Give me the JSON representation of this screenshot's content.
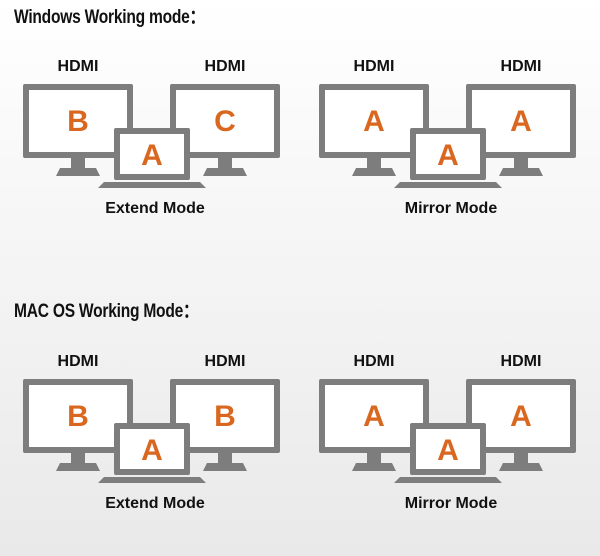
{
  "colors": {
    "device": "#7d7d7d",
    "letter": "#d9671f",
    "text": "#111111"
  },
  "sections": [
    {
      "title": "Windows Working mode：",
      "diagrams": [
        {
          "port_left": "HDMI",
          "port_right": "HDMI",
          "left": "B",
          "right": "C",
          "laptop": "A",
          "caption": "Extend Mode"
        },
        {
          "port_left": "HDMI",
          "port_right": "HDMI",
          "left": "A",
          "right": "A",
          "laptop": "A",
          "caption": "Mirror Mode"
        }
      ]
    },
    {
      "title": "MAC OS Working Mode：",
      "diagrams": [
        {
          "port_left": "HDMI",
          "port_right": "HDMI",
          "left": "B",
          "right": "B",
          "laptop": "A",
          "caption": "Extend Mode"
        },
        {
          "port_left": "HDMI",
          "port_right": "HDMI",
          "left": "A",
          "right": "A",
          "laptop": "A",
          "caption": "Mirror Mode"
        }
      ]
    }
  ]
}
